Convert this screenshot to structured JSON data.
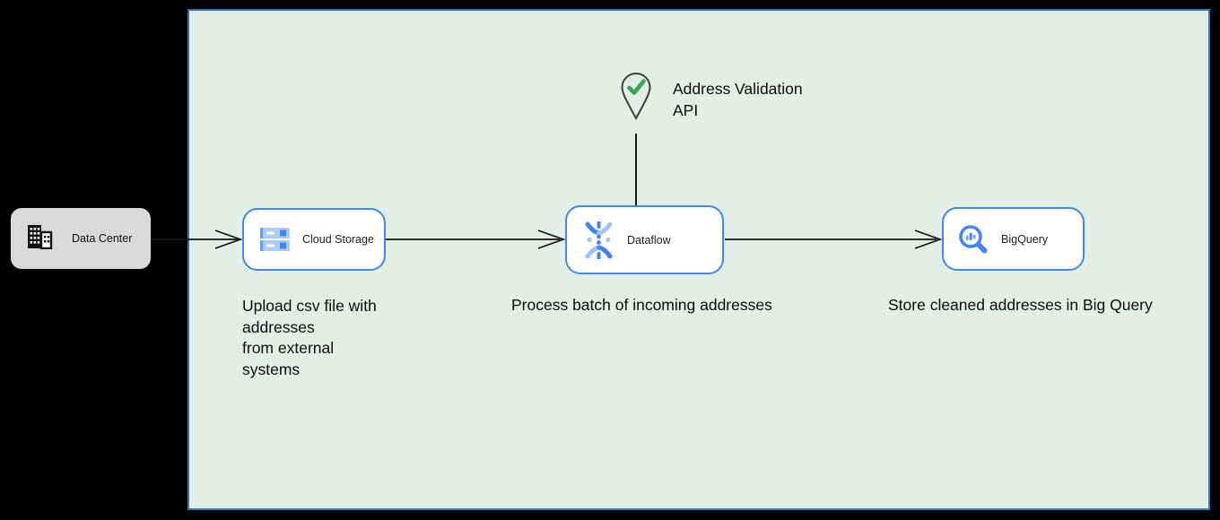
{
  "diagram": {
    "boundary": {
      "fill": "#e1efe7",
      "border_color": "#2e78ba"
    },
    "data_center": {
      "label": "Data Center",
      "fill": "#d9d9d9"
    },
    "nodes": {
      "cloud_storage": {
        "label": "Cloud Storage",
        "icon": "cloud-storage-icon",
        "caption": "Upload csv file with\naddresses\nfrom external\nsystems"
      },
      "dataflow": {
        "label": "Dataflow",
        "icon": "dataflow-icon",
        "caption": "Process batch of incoming addresses"
      },
      "bigquery": {
        "label": "BigQuery",
        "icon": "bigquery-icon",
        "caption": "Store cleaned addresses in Big Query"
      }
    },
    "annotation": {
      "label": "Address Validation\nAPI",
      "icon": "map-pin-check-icon"
    },
    "colors": {
      "node_border": "#4285f4",
      "icon_blue": "#4285f4",
      "icon_light_blue": "#aecbfa",
      "check_green": "#34a853",
      "pin_outline": "#3c4043",
      "connector": "#141414",
      "canvas_bg": "#000000"
    }
  }
}
